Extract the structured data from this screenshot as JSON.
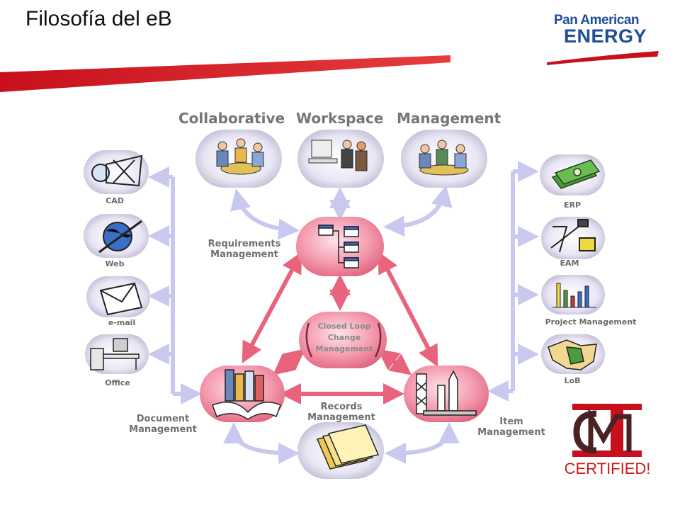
{
  "title": "Filosofía del eB",
  "logo": {
    "line1": "Pan American",
    "line2": "ENERGY"
  },
  "header": {
    "w1": "Collaborative",
    "w2": "Workspace",
    "w3": "Management"
  },
  "left_items": [
    "CAD",
    "Web",
    "e-mail",
    "Office"
  ],
  "right_items": [
    "ERP",
    "EAM",
    "Project Management",
    "LoB"
  ],
  "nodes": {
    "requirements": [
      "Requirements",
      "Management"
    ],
    "closed_loop": [
      "Closed Loop",
      "Change",
      "Management"
    ],
    "document": [
      "Document",
      "Management"
    ],
    "records": [
      "Records",
      "Management"
    ],
    "item": [
      "Item",
      "Management"
    ]
  },
  "badge": {
    "label": "CERTIFIED!"
  },
  "colors": {
    "pink": "#e8637b",
    "lavender": "#c9c8ee",
    "title_band": "#d6212e",
    "logo_blue": "#1f4e9a",
    "logo_green": "#2e8b3a"
  }
}
